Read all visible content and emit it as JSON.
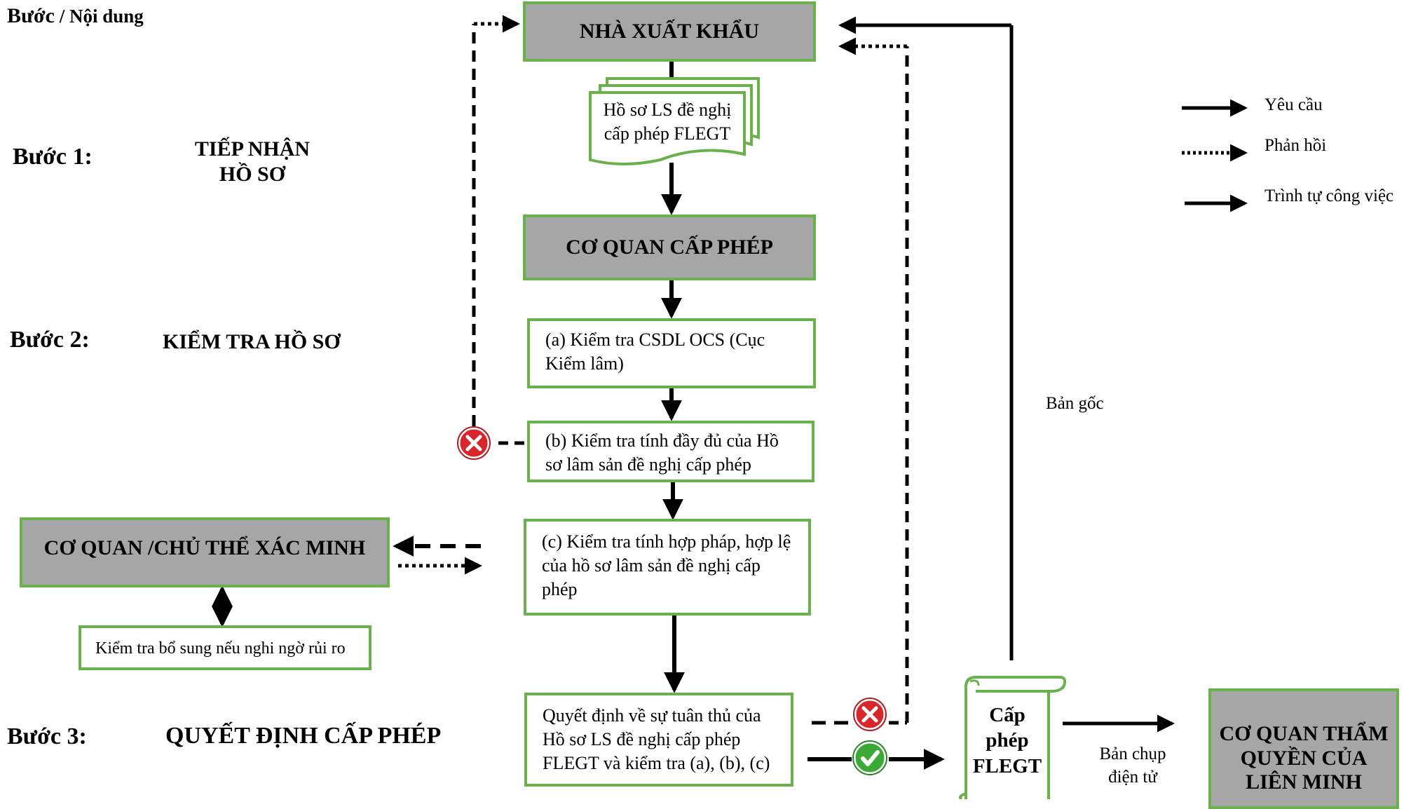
{
  "header": {
    "title_bold": "Bước",
    "title_rest": " / Nội dung"
  },
  "steps": [
    {
      "label": "Bước 1:",
      "name_line1": "TIẾP NHẬN",
      "name_line2": "HỒ SƠ"
    },
    {
      "label": "Bước 2:",
      "name": "KIỂM TRA HỒ SƠ"
    },
    {
      "label": "Bước 3:",
      "name": "QUYẾT ĐỊNH CẤP PHÉP"
    }
  ],
  "nodes": {
    "exporter": "NHÀ XUẤT KHẨU",
    "dossier_line1": "Hồ sơ LS đề nghị",
    "dossier_line2": "cấp phép FLEGT",
    "licensing_authority": "CƠ QUAN CẤP PHÉP",
    "check_a": "(a) Kiểm tra CSDL OCS (Cục Kiểm lâm)",
    "check_b": "(b) Kiểm tra tính đầy đủ của Hồ sơ lâm sản đề nghị cấp phép",
    "check_c": "(c) Kiểm tra tính hợp pháp, hợp lệ của hồ sơ lâm sản đề nghị cấp phép",
    "verifier": "CƠ QUAN /CHỦ THỂ XÁC MINH",
    "extra_check": "Kiểm tra bổ sung nếu nghi ngờ rủi ro",
    "decision": "Quyết định về sự tuân thủ của Hồ sơ LS đề nghị cấp phép FLEGT và kiểm tra (a), (b), (c)",
    "license_line1": "Cấp",
    "license_line2": "phép",
    "license_line3": "FLEGT",
    "eu_authority_line1": "CƠ QUAN THẨM",
    "eu_authority_line2": "QUYỀN CỦA",
    "eu_authority_line3": "LIÊN MINH"
  },
  "edge_labels": {
    "original": "Bản gốc",
    "electronic_copy_line1": "Bản chụp",
    "electronic_copy_line2": "điện tử"
  },
  "legend": [
    {
      "label": "Yêu cầu",
      "style": "solid"
    },
    {
      "label": "Phản hồi",
      "style": "dotted"
    },
    {
      "label": "Trình tự công việc",
      "style": "solid"
    }
  ],
  "icons": {
    "reject": "red-x-icon",
    "approve": "green-check-icon"
  },
  "colors": {
    "box_border": "#6ab04c",
    "box_fill": "#a6a6a6",
    "reject": "#d9262d",
    "approve": "#3aa935"
  }
}
